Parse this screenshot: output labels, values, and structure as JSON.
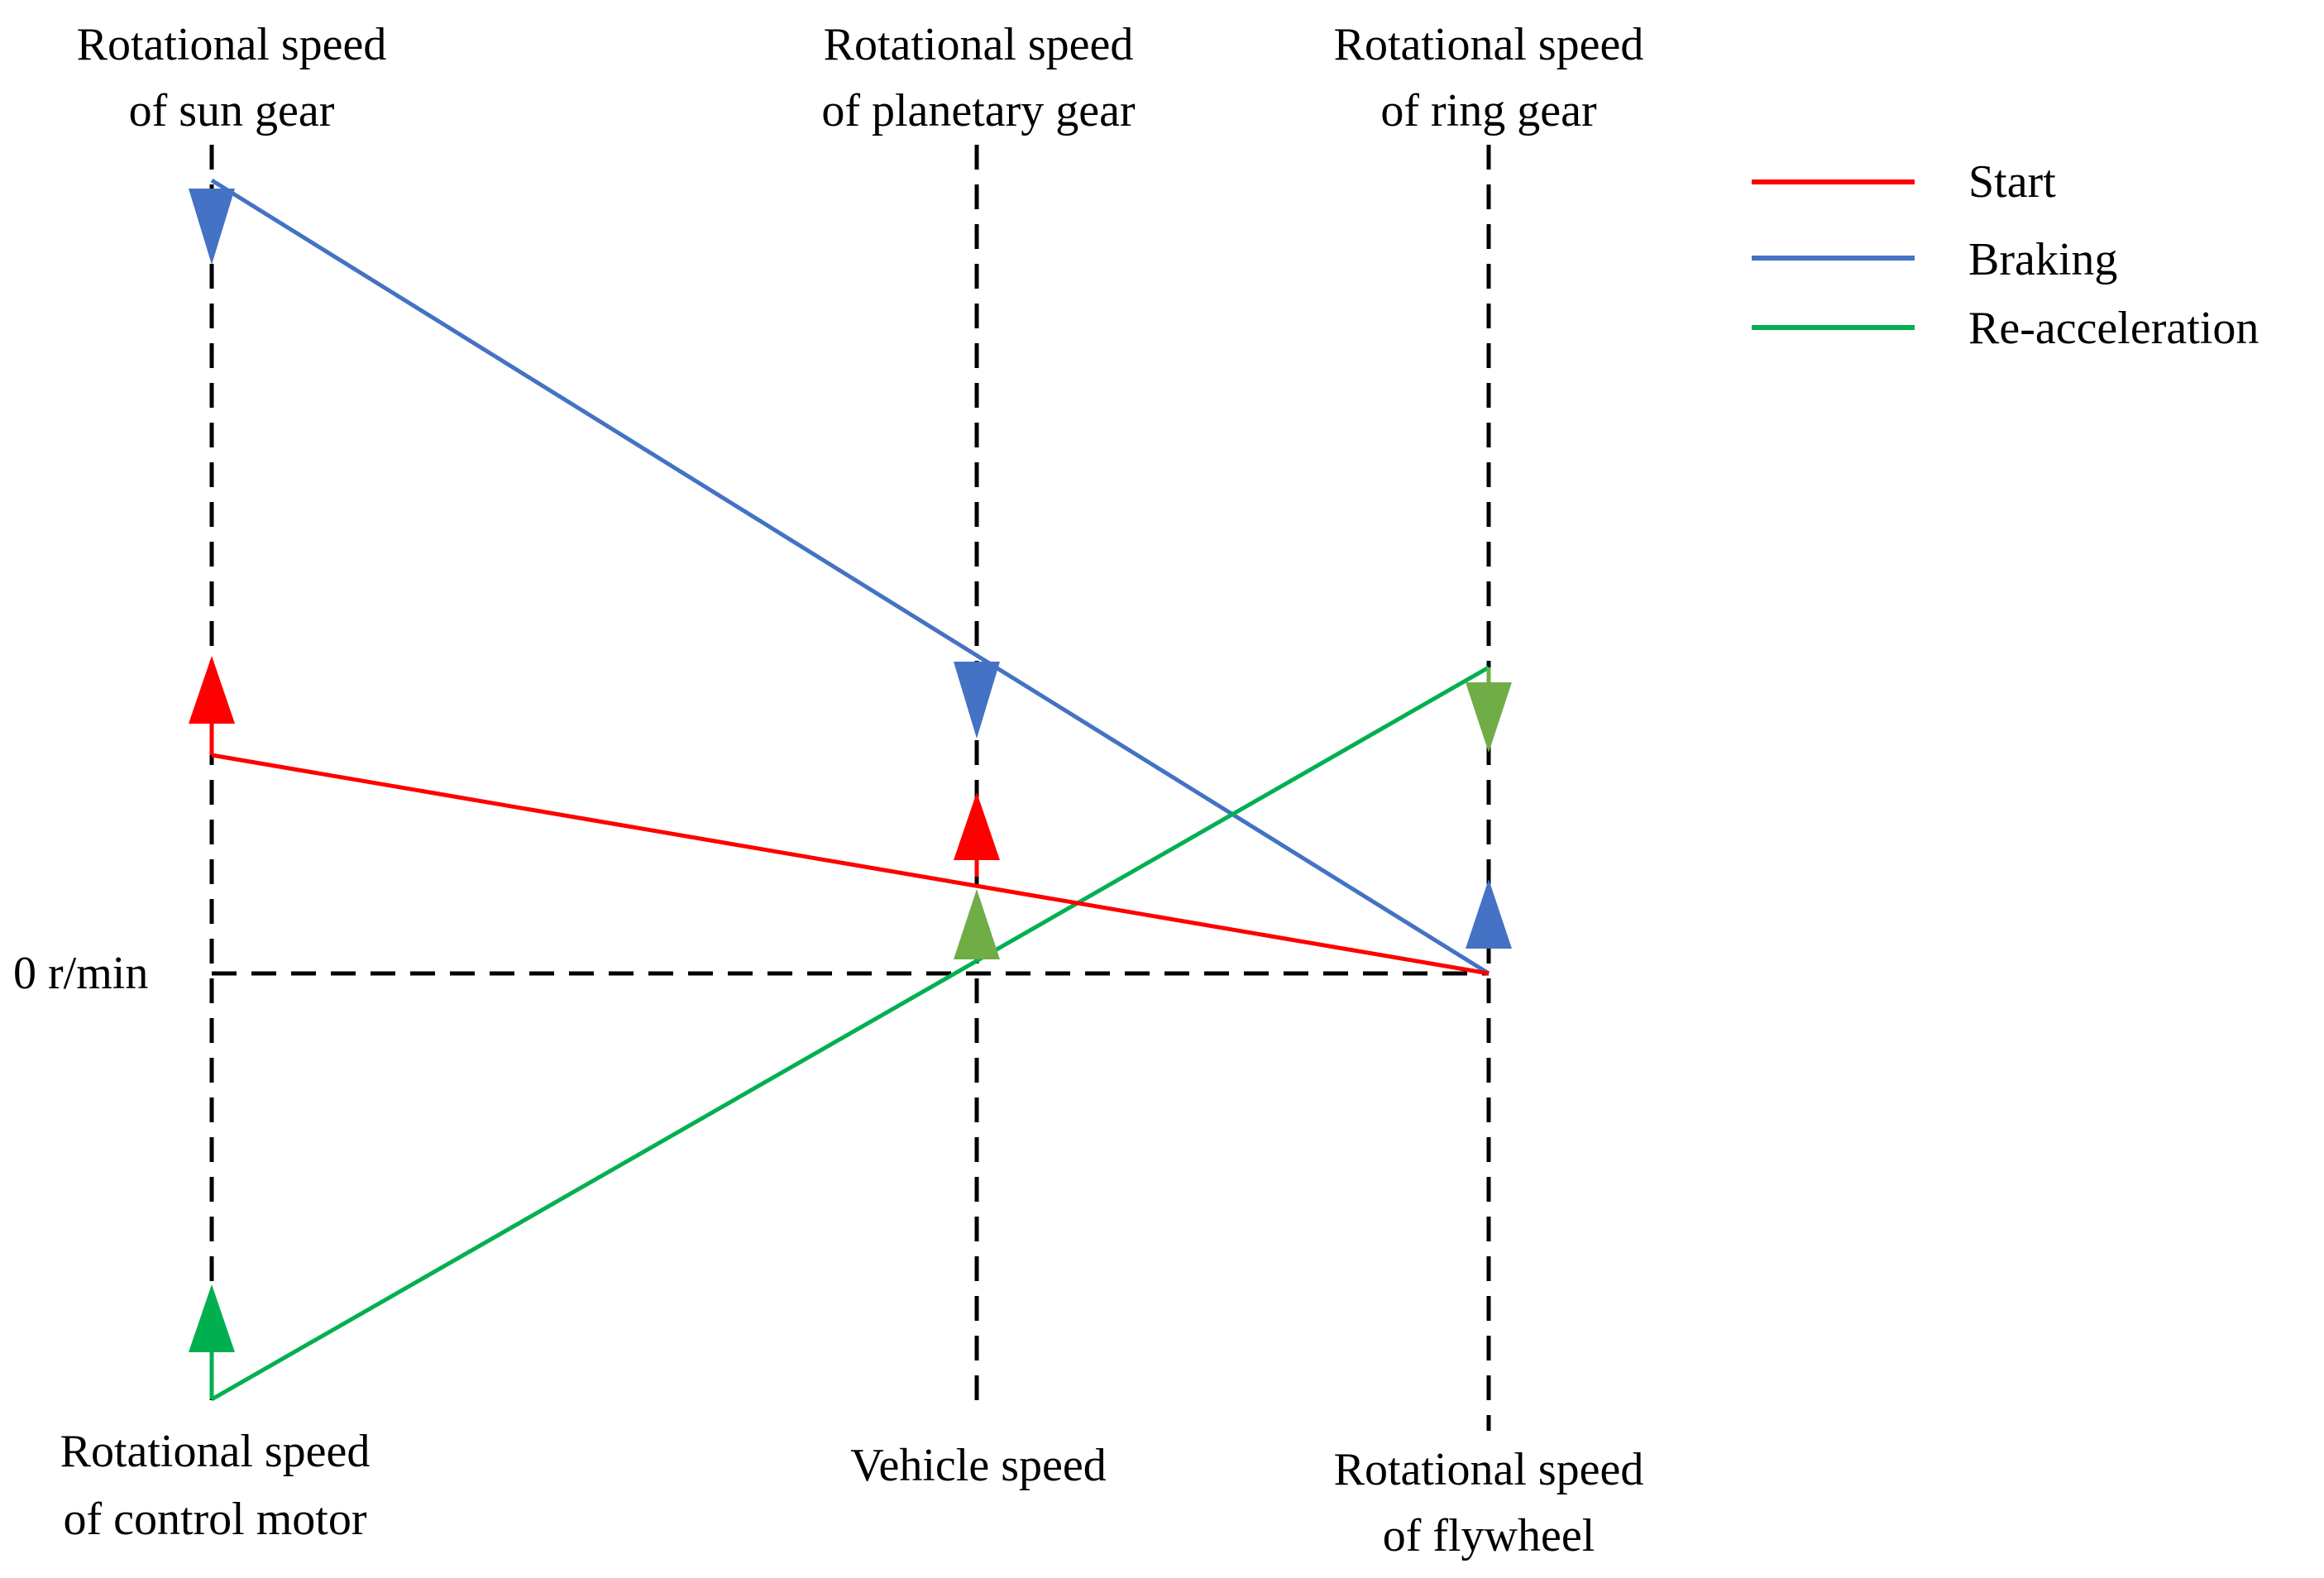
{
  "axes": {
    "sun_gear": {
      "top_line1": "Rotational speed",
      "top_line2": "of sun gear"
    },
    "planetary_gear": {
      "top_line1": "Rotational speed",
      "top_line2": "of planetary gear"
    },
    "ring_gear": {
      "top_line1": "Rotational speed",
      "top_line2": "of ring gear"
    },
    "control_motor": {
      "bottom_line1": "Rotational speed",
      "bottom_line2": "of control motor"
    },
    "vehicle": {
      "bottom_line1": "Vehicle speed"
    },
    "flywheel": {
      "bottom_line1": "Rotational speed",
      "bottom_line2": "of flywheel"
    }
  },
  "zero_label": "0 r/min",
  "legend": {
    "start": "Start",
    "braking": "Braking",
    "reacceleration": "Re-acceleration"
  },
  "colors": {
    "start": "#ff0000",
    "braking": "#4472c4",
    "reacceleration": "#00b050",
    "reaccel_arrow": "#70ad47",
    "axis": "#000000"
  }
}
